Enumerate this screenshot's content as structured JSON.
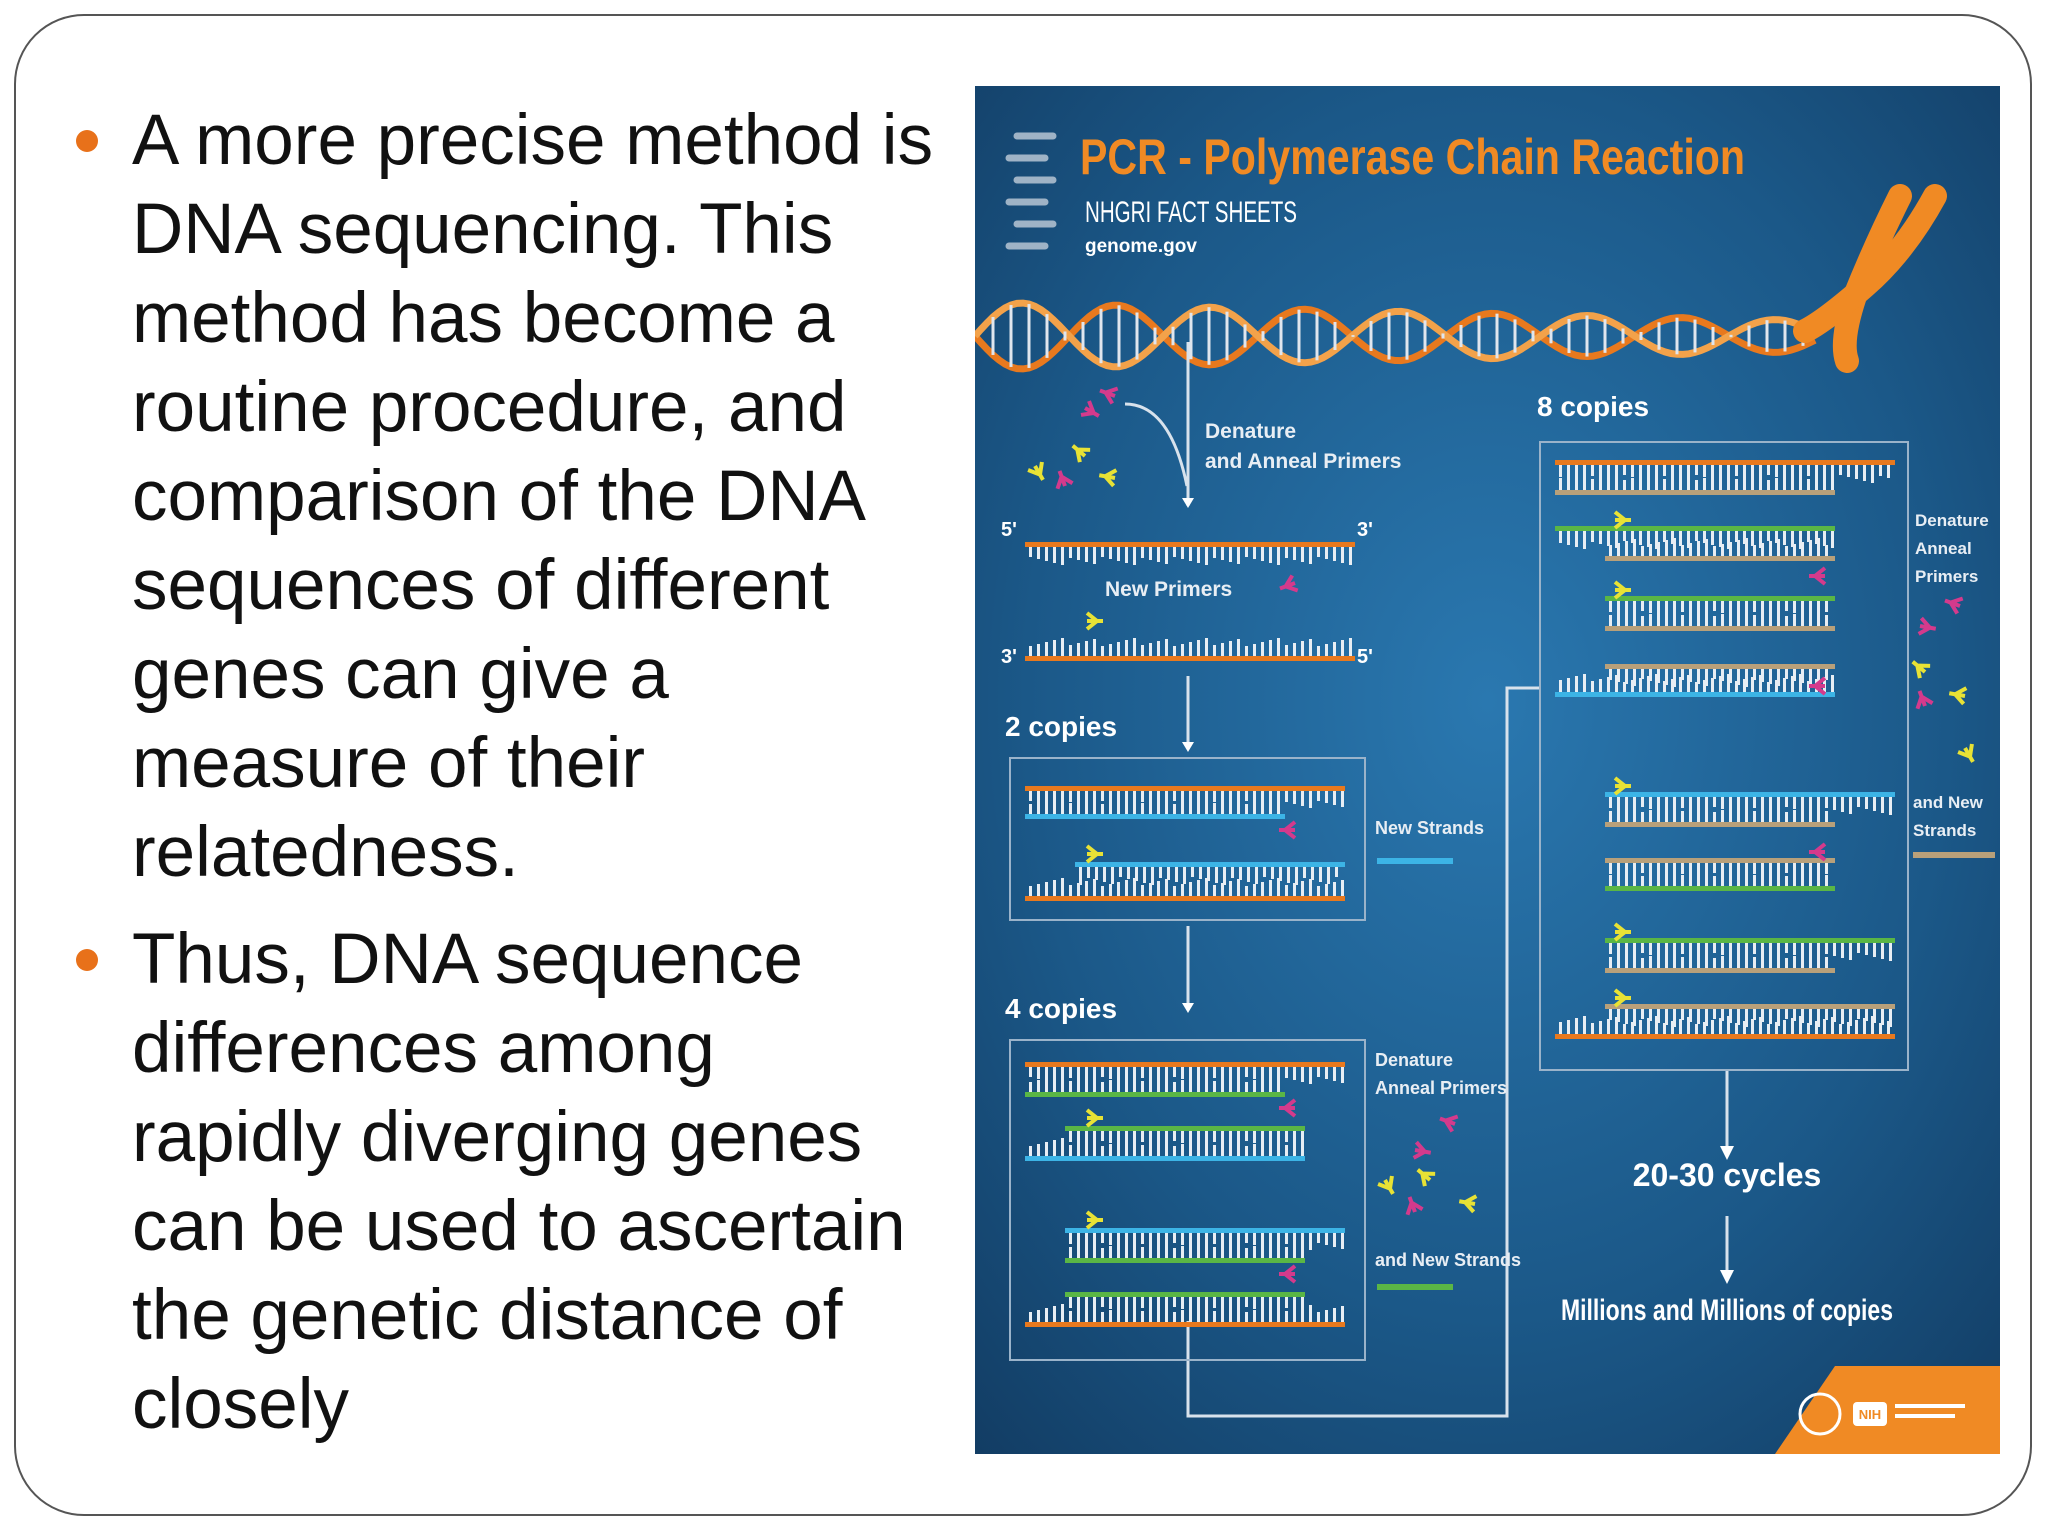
{
  "slide": {
    "bullets": [
      {
        "text": "A more precise method is DNA sequencing. This method has become a routine procedure, and comparison of the DNA sequences of different genes can give a measure of their relatedness."
      },
      {
        "text": "Thus, DNA sequence differences among rapidly diverging genes can be used to ascertain the genetic distance of closely"
      }
    ]
  },
  "poster": {
    "title": "PCR - Polymerase Chain Reaction",
    "subtitle": "NHGRI FACT SHEETS",
    "site": "genome.gov",
    "label_denature_anneal": [
      "Denature",
      "and Anneal Primers"
    ],
    "label_new_primers": "New Primers",
    "label_5prime": "5'",
    "label_3prime": "3'",
    "label_2copies": "2 copies",
    "label_new_strands": "New Strands",
    "label_4copies": "4 copies",
    "label_denature_anneal_primers": [
      "Denature",
      "Anneal Primers"
    ],
    "label_and_new_strands": "and New Strands",
    "label_8copies": "8 copies",
    "label_right_denature": [
      "Denature",
      "Anneal",
      "Primers"
    ],
    "label_right_new_strands": [
      "and New",
      "Strands"
    ],
    "label_cycles": "20-30 cycles",
    "label_millions": "Millions and Millions of copies",
    "badge_nih": "NIH",
    "colors": {
      "background": "#1b5888",
      "title": "#f08a24",
      "orange_strand": "#e8791e",
      "blue_strand": "#3cb4e6",
      "green_strand": "#5ab645",
      "tan_strand": "#b8a07a",
      "primer_yellow": "#e8e235",
      "primer_magenta": "#d43a8c"
    }
  }
}
